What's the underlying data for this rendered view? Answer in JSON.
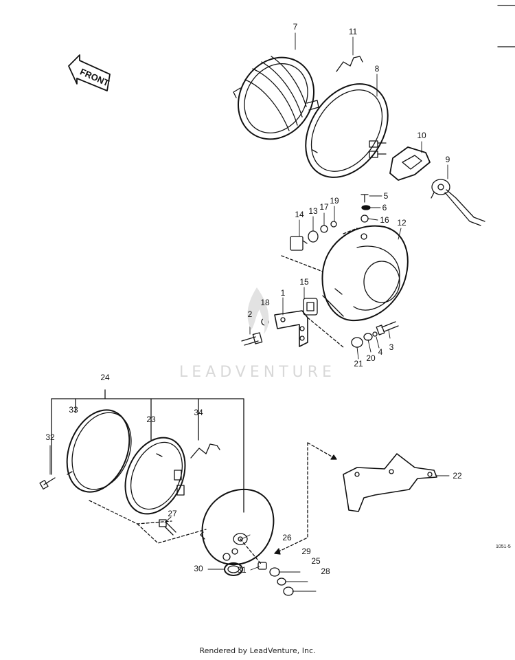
{
  "callouts": [
    "1",
    "2",
    "3",
    "4",
    "5",
    "6",
    "7",
    "8",
    "9",
    "10",
    "11",
    "12",
    "13",
    "14",
    "15",
    "16",
    "17",
    "18",
    "19",
    "20",
    "21",
    "22",
    "23",
    "24",
    "25",
    "26",
    "27",
    "28",
    "29",
    "30",
    "31",
    "32",
    "33",
    "34"
  ],
  "front_label": "FRONT",
  "watermark": "LEADVENTURE",
  "diagram_code": "1051-5",
  "footer": "Rendered by LeadVenture, Inc."
}
